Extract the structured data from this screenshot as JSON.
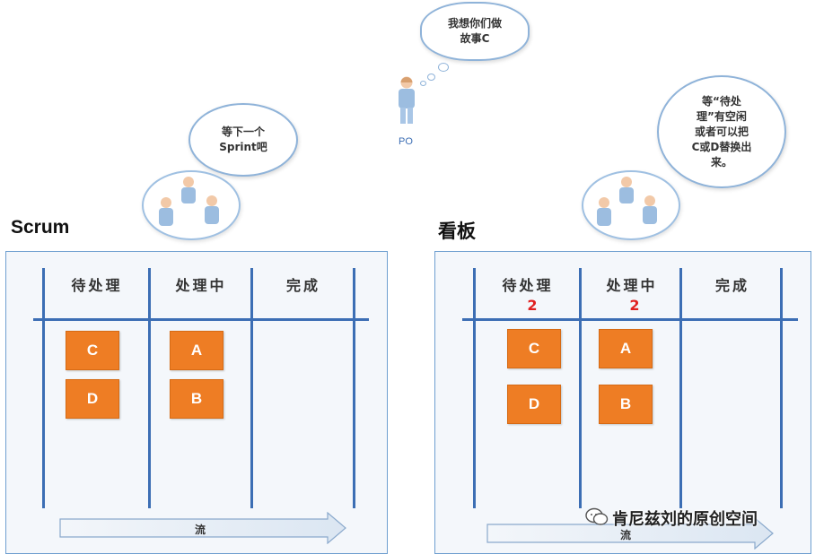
{
  "po": {
    "thought": "我想你们做\n故事C",
    "label": "PO"
  },
  "scrum": {
    "title": "Scrum",
    "speech": "等下一个\nSprint吧",
    "columns": [
      "待处理",
      "处理中",
      "完成"
    ],
    "cards": {
      "todo": [
        "C",
        "D"
      ],
      "doing": [
        "A",
        "B"
      ]
    },
    "flow_label": "流"
  },
  "kanban": {
    "title": "看板",
    "speech": "等“待处\n理”有空闲\n或者可以把\nC或D替换出\n来。",
    "columns": [
      "待处理",
      "处理中",
      "完成"
    ],
    "wip_limits": [
      "2",
      "2"
    ],
    "cards": {
      "todo": [
        "C",
        "D"
      ],
      "doing": [
        "A",
        "B"
      ]
    },
    "flow_label": "流"
  },
  "watermark": "肯尼兹刘的原创空间",
  "colors": {
    "card": "#ee7d24",
    "line": "#3c6eb4",
    "wip": "#e02020"
  }
}
